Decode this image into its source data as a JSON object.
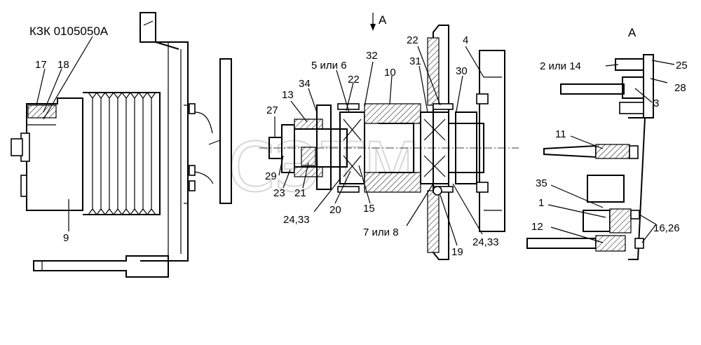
{
  "labels": {
    "kzk": "КЗК 0105050А",
    "l17": "17",
    "l18": "18",
    "l9": "9",
    "l27": "27",
    "l13": "13",
    "l34": "34",
    "l29": "29",
    "l23": "23",
    "l21": "21",
    "l20": "20",
    "l15": "15",
    "l24a": "24,33",
    "l5": "5 или 6",
    "l22a": "22",
    "l32": "32",
    "l10": "10",
    "l22b": "22",
    "l31": "31",
    "l4": "4",
    "l30": "30",
    "l7": "7 или 8",
    "l19": "19",
    "l24b": "24,33",
    "arrowA": "A",
    "viewA": "A",
    "l2": "2 или 14",
    "l25": "25",
    "l28": "28",
    "l3": "3",
    "l11": "11",
    "l35": "35",
    "l1": "1",
    "l12": "12",
    "l16": "16,26"
  },
  "watermark": "СЭТМ"
}
